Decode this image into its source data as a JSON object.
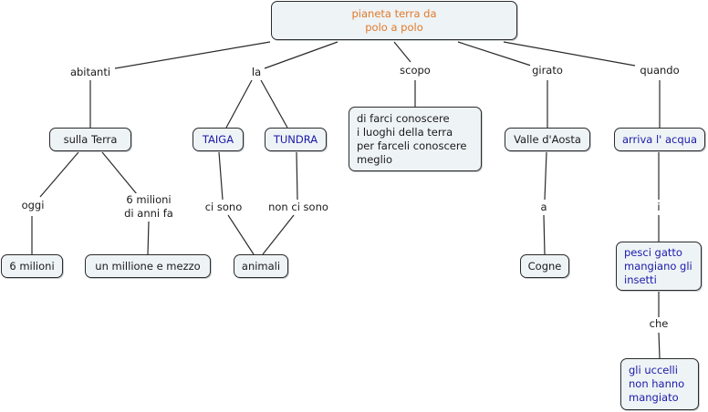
{
  "root": {
    "label": "pianeta terra da\npolo a polo",
    "color": "#e07a2a"
  },
  "link_labels": {
    "abitanti": "abitanti",
    "la": "la",
    "scopo": "scopo",
    "girato": "girato",
    "quando": "quando",
    "oggi": "oggi",
    "anni_fa": "6 milioni\ndi anni fa",
    "ci_sono": "ci sono",
    "non_ci_sono": "non ci sono",
    "a": "a",
    "i": "i",
    "che": "che"
  },
  "concepts": {
    "sulla_terra": "sulla Terra",
    "taiga": "TAIGA",
    "tundra": "TUNDRA",
    "scopo_text": "di farci conoscere\ni luoghi della terra\nper farceli conoscere\nmeglio",
    "valle_aosta": "Valle d'Aosta",
    "arriva_acqua": "arriva l' acqua",
    "sei_milioni": "6 milioni",
    "milione_mezzo": "un millione e mezzo",
    "animali": "animali",
    "cogne": "Cogne",
    "pesci_gatto": "pesci gatto\nmangiano gli\ninsetti",
    "uccelli": "gli uccelli\nnon hanno\nmangiato"
  },
  "colors": {
    "node_fill": "#eef3f6",
    "node_border": "#2b2b2b",
    "blue_text": "#1a1aa8",
    "orange_text": "#e07a2a"
  }
}
